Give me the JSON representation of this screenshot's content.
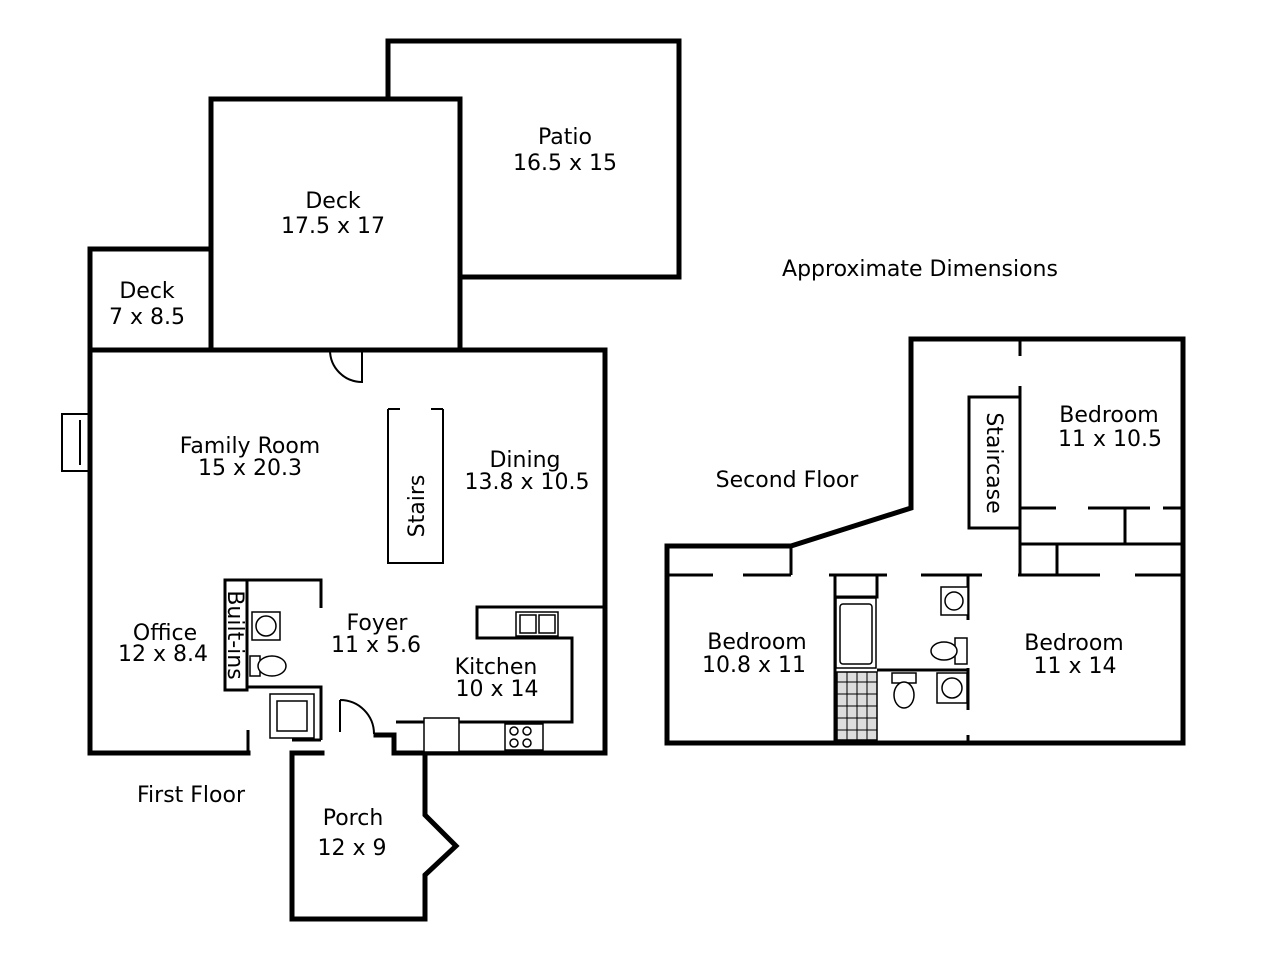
{
  "title_note": "Approximate Dimensions",
  "first_floor": {
    "label": "First Floor",
    "rooms": {
      "patio": {
        "name": "Patio",
        "dims": "16.5 x 15"
      },
      "deck_large": {
        "name": "Deck",
        "dims": "17.5 x 17"
      },
      "deck_small": {
        "name": "Deck",
        "dims": "7 x 8.5"
      },
      "family_room": {
        "name": "Family Room",
        "dims": "15 x 20.3"
      },
      "dining": {
        "name": "Dining",
        "dims": "13.8 x 10.5"
      },
      "stairs": {
        "name": "Stairs"
      },
      "built_ins": {
        "name": "Built-ins"
      },
      "office": {
        "name": "Office",
        "dims": "12 x 8.4"
      },
      "foyer": {
        "name": "Foyer",
        "dims": "11 x 5.6"
      },
      "kitchen": {
        "name": "Kitchen",
        "dims": "10 x 14"
      },
      "porch": {
        "name": "Porch",
        "dims": "12 x 9"
      }
    }
  },
  "second_floor": {
    "label": "Second Floor",
    "rooms": {
      "staircase": {
        "name": "Staircase"
      },
      "bedroom_ne": {
        "name": "Bedroom",
        "dims": "11 x 10.5"
      },
      "bedroom_w": {
        "name": "Bedroom",
        "dims": "10.8 x 11"
      },
      "bedroom_e": {
        "name": "Bedroom",
        "dims": "11 x 14"
      }
    }
  }
}
